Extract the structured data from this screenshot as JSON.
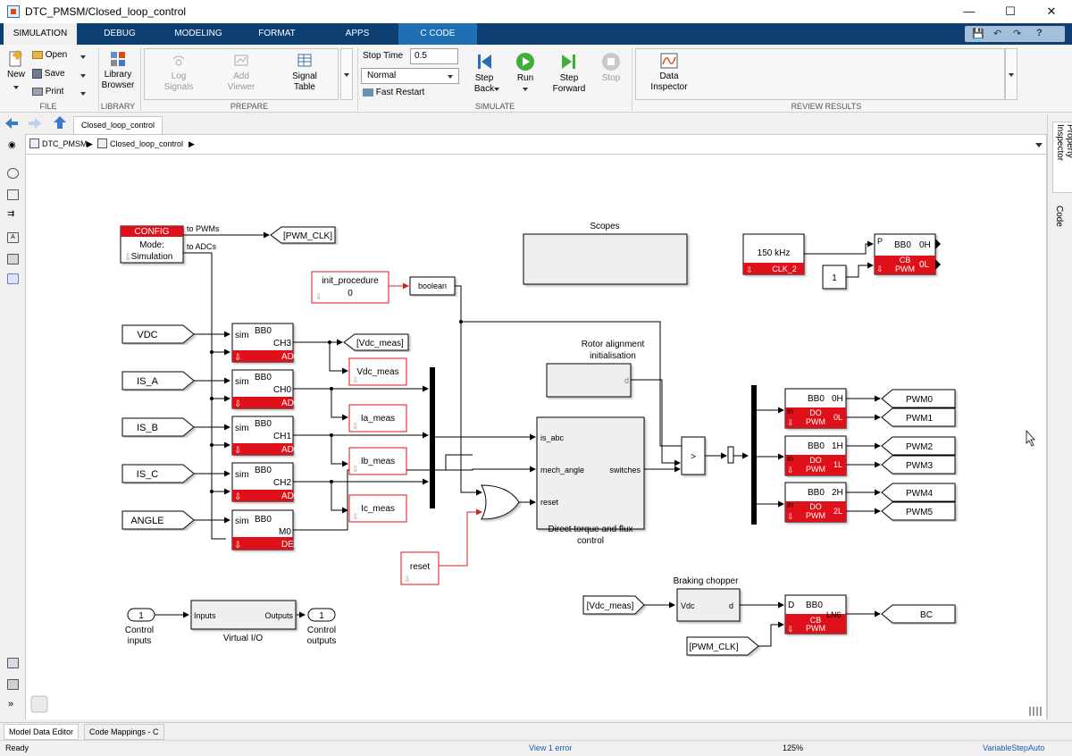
{
  "window": {
    "title": "DTC_PMSM/Closed_loop_control",
    "minimize": "—",
    "maximize": "☐",
    "close": "✕"
  },
  "ribbon_tabs": [
    "SIMULATION",
    "DEBUG",
    "MODELING",
    "FORMAT",
    "APPS",
    "C CODE"
  ],
  "quick_access": {
    "save": "💾",
    "undo": "↶",
    "redo": "↷",
    "help": "?"
  },
  "ribbon": {
    "file": {
      "new": "New",
      "open": "Open",
      "save": "Save",
      "print": "Print",
      "label": "FILE"
    },
    "library": {
      "library_browser_1": "Library",
      "library_browser_2": "Browser",
      "label": "LIBRARY"
    },
    "prepare": {
      "log_signals_1": "Log",
      "log_signals_2": "Signals",
      "add_viewer_1": "Add",
      "add_viewer_2": "Viewer",
      "signal_table_1": "Signal",
      "signal_table_2": "Table",
      "label": "PREPARE"
    },
    "simulate": {
      "stop_time_label": "Stop Time",
      "stop_time_value": "0.5",
      "mode": "Normal",
      "fast_restart": "Fast Restart",
      "step_back_1": "Step",
      "step_back_2": "Back",
      "run": "Run",
      "step_forward_1": "Step",
      "step_forward_2": "Forward",
      "stop": "Stop",
      "label": "SIMULATE"
    },
    "review": {
      "data_inspector_1": "Data",
      "data_inspector_2": "Inspector",
      "label": "REVIEW RESULTS"
    }
  },
  "nav": {
    "doc_tab": "Closed_loop_control"
  },
  "address": {
    "root": "DTC_PMSM",
    "child": "Closed_loop_control"
  },
  "right_tabs": {
    "property_inspector": "Property Inspector",
    "code": "Code"
  },
  "diagram": {
    "config": {
      "header": "CONFIG",
      "mode_1": "Mode:",
      "mode_2": "Simulation",
      "to_pwms": "to PWMs",
      "to_adcs": "to ADCs"
    },
    "pwm_clk_goto": "[PWM_CLK]",
    "init_procedure": {
      "name": "init_procedure",
      "value": "0"
    },
    "boolean": "boolean",
    "scopes_label": "Scopes",
    "clk": {
      "freq": "150 kHz",
      "name": "CLK_2"
    },
    "constant_one": "1",
    "cb_pwm_top": {
      "p": "P",
      "bb": "BB0",
      "oh": "0H",
      "ol": "0L",
      "name1": "CB",
      "name2": "PWM"
    },
    "inputs": [
      "VDC",
      "IS_A",
      "IS_B",
      "IS_C",
      "ANGLE"
    ],
    "adc_blocks": [
      {
        "sim": "sim",
        "bb": "BB0",
        "ch": "CH3",
        "name": "ADC"
      },
      {
        "sim": "sim",
        "bb": "BB0",
        "ch": "CH0",
        "name": "ADC"
      },
      {
        "sim": "sim",
        "bb": "BB0",
        "ch": "CH1",
        "name": "ADC"
      },
      {
        "sim": "sim",
        "bb": "BB0",
        "ch": "CH2",
        "name": "ADC"
      },
      {
        "sim": "sim",
        "bb": "BB0",
        "ch": "M0",
        "name": "DEC"
      }
    ],
    "vdc_meas_goto": "[Vdc_meas]",
    "meas_blocks": [
      "Vdc_meas",
      "Ia_meas",
      "Ib_meas",
      "Ic_meas"
    ],
    "rotor_align": {
      "title_1": "Rotor alignment",
      "title_2": "initialisation",
      "port": "d"
    },
    "dtc": {
      "in1": "is_abc",
      "in2": "mech_angle",
      "in3": "reset",
      "out": "switches",
      "title_1": "Direct torque and flux",
      "title_2": "control"
    },
    "switch_sym": ">",
    "reset_block": "reset",
    "do_pwm": [
      {
        "bb": "BB0",
        "h": "0H",
        "l": "0L",
        "in": "in",
        "name1": "DO",
        "name2": "PWM",
        "out_h": "PWM0",
        "out_l": "PWM1"
      },
      {
        "bb": "BB0",
        "h": "1H",
        "l": "1L",
        "in": "in",
        "name1": "DO",
        "name2": "PWM",
        "out_h": "PWM2",
        "out_l": "PWM3"
      },
      {
        "bb": "BB0",
        "h": "2H",
        "l": "2L",
        "in": "in",
        "name1": "DO",
        "name2": "PWM",
        "out_h": "PWM4",
        "out_l": "PWM5"
      }
    ],
    "braking": {
      "title": "Braking chopper",
      "in": "Vdc",
      "out": "d",
      "from": "[Vdc_meas]"
    },
    "cb_pwm_bottom": {
      "d": "D",
      "bb": "BB0",
      "ln": "LN6",
      "name1": "CB",
      "name2": "PWM",
      "out": "BC"
    },
    "pwm_clk_from": "[PWM_CLK]",
    "io": {
      "in_port": "1",
      "in_label_1": "Control",
      "in_label_2": "inputs",
      "vio_in": "Inputs",
      "vio_out": "Outputs",
      "vio_name": "Virtual I/O",
      "out_port": "1",
      "out_label_1": "Control",
      "out_label_2": "outputs"
    }
  },
  "bottom_tabs": [
    "Model Data Editor",
    "Code Mappings - C"
  ],
  "status": {
    "left": "Ready",
    "center": "View 1 error",
    "zoom": "125%",
    "solver": "VariableStepAuto"
  }
}
